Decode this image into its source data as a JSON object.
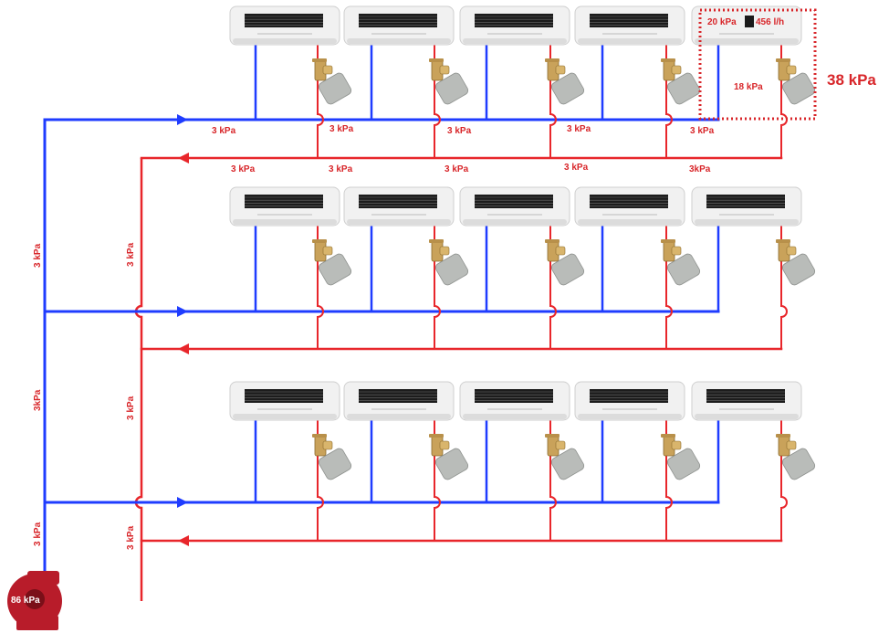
{
  "colors": {
    "supply": "#1f3cff",
    "return": "#e8262b",
    "label": "#d8262a",
    "unit_body": "#f1f1f1",
    "unit_grille": "#1c1c1c",
    "valve_brass": "#c9a25a",
    "actuator": "#b9bcb9",
    "pump": "#b81c2a"
  },
  "icons": {
    "unit": "fan-coil-unit-icon",
    "valve": "balancing-valve-icon",
    "pump": "circulation-pump-icon"
  },
  "labels": {
    "branch_supply": [
      "3 kPa",
      "3 kPa",
      "3 kPa",
      "3 kPa",
      "3 kPa"
    ],
    "branch_return": [
      "3 kPa",
      "3 kPa",
      "3 kPa",
      "3 kPa",
      "3kPa"
    ],
    "main_supply": [
      "3 kPa",
      "3kPa",
      "3 kPa"
    ],
    "main_return": [
      "3 kPa",
      "3 kPa",
      "3 kPa"
    ],
    "unit_drop": "20 kPa",
    "flow": "456 l/h",
    "valve_drop": "18 kPa",
    "total": "38 kPa",
    "pump": "86 kPa"
  }
}
